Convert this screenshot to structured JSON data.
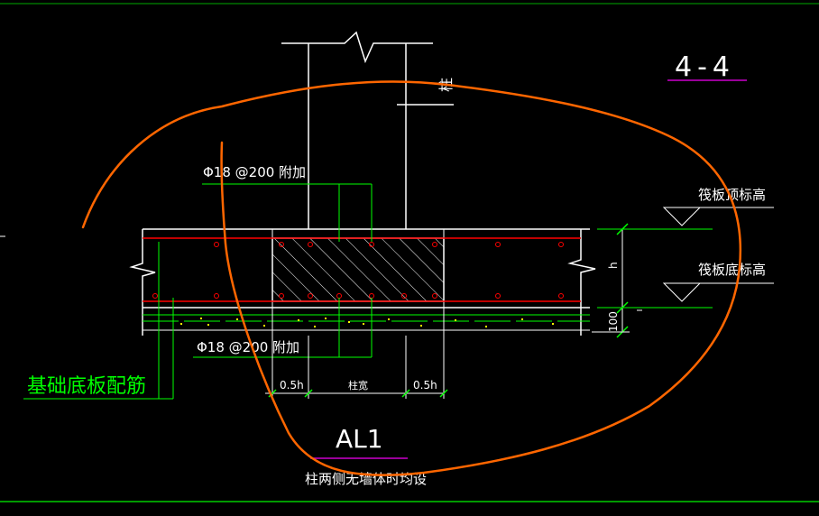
{
  "drawing": {
    "section_title": "4-4",
    "column_label": "柱",
    "top_rebar_note": "Φ18 @200 附加",
    "bottom_rebar_note": "Φ18 @200 附加",
    "raft_top_label": "筏板顶标高",
    "raft_bottom_label": "筏板底标高",
    "thickness_label": "h",
    "cushion_thickness_label": "100",
    "base_rebar_label": "基础底板配筋",
    "dim_left": "0.5h",
    "dim_middle": "柱宽",
    "dim_right": "0.5h",
    "beam_label": "AL1",
    "beam_note": "柱两侧无墙体时均设"
  },
  "colors": {
    "background": "#000000",
    "line": "#ffffff",
    "leader": "#00ff00",
    "rebar": "#ff0000",
    "underline": "#cc00cc",
    "annotation": "#ff6600",
    "dim_tick": "#00ff00",
    "text": "#ffffff",
    "label_green": "#00ff00"
  }
}
